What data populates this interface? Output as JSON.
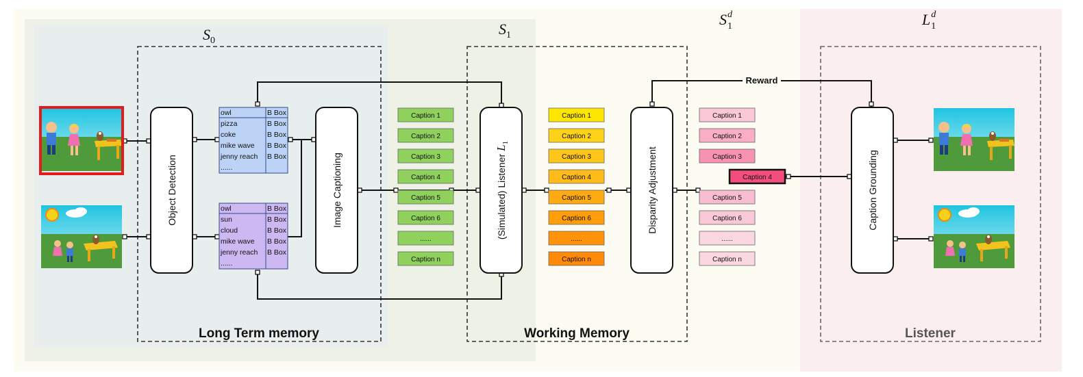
{
  "regions": {
    "long_term_label": "Long Term memory",
    "working_label": "Working Memory",
    "listener_label": "Listener"
  },
  "math_labels": {
    "s0": {
      "base": "S",
      "sub": "0"
    },
    "s1": {
      "base": "S",
      "sub": "1"
    },
    "s1d": {
      "base": "S",
      "sub": "1",
      "sup": "d"
    },
    "l1d": {
      "base": "L",
      "sub": "1",
      "sup": "d"
    }
  },
  "modules": {
    "object_detection": "Object Detection",
    "image_captioning": "Image Captioning",
    "simulated_listener": "(Simulated) Listener",
    "simulated_listener_math": {
      "base": "L",
      "sub": "1"
    },
    "disparity_adjustment": "Disparity Adjustment",
    "caption_grounding": "Caption Grounding"
  },
  "reward_label": "Reward",
  "object_tables": [
    {
      "rows": [
        {
          "name": "owl",
          "bbox": "B Box"
        },
        {
          "name": "pizza",
          "bbox": "B Box"
        },
        {
          "name": "coke",
          "bbox": "B Box"
        },
        {
          "name": "mike wave",
          "bbox": "B Box"
        },
        {
          "name": "jenny reach",
          "bbox": "B Box"
        },
        {
          "name": "......",
          "bbox": ""
        }
      ]
    },
    {
      "rows": [
        {
          "name": "owl",
          "bbox": "B Box"
        },
        {
          "name": "sun",
          "bbox": "B Box"
        },
        {
          "name": "cloud",
          "bbox": "B Box"
        },
        {
          "name": "mike wave",
          "bbox": "B Box"
        },
        {
          "name": "jenny reach",
          "bbox": "B Box"
        },
        {
          "name": "......",
          "bbox": ""
        }
      ]
    }
  ],
  "caption_columns": [
    {
      "captions": [
        "Caption 1",
        "Caption 2",
        "Caption 3",
        "Caption 4",
        "Caption 5",
        "Caption 6",
        "......",
        "Caption n"
      ]
    },
    {
      "captions": [
        "Caption 1",
        "Caption 2",
        "Caption 3",
        "Caption 4",
        "Caption 5",
        "Caption 6",
        "......",
        "Caption n"
      ]
    },
    {
      "captions": [
        "Caption 1",
        "Caption 2",
        "Caption 3",
        "",
        "Caption 5",
        "Caption 6",
        "......",
        "Caption n"
      ]
    }
  ],
  "selected_caption": "Caption 4",
  "colors": {
    "region_long_term": "#eaf0ee",
    "region_working": "#fdf9ec",
    "region_listener": "#fbeeee",
    "table_top": "#bcd3f5",
    "table_bottom": "#cdb8f2",
    "caption_green": "#8fd15c",
    "caption_yellows": [
      "#ffe600",
      "#ffd21a",
      "#ffc61a",
      "#ffbb1a",
      "#ffaa10",
      "#ff9e0a",
      "#ff930a",
      "#ff8a0a"
    ],
    "caption_pinks": [
      "#fac8d6",
      "#f9aec3",
      "#f793b0",
      "#f24d7c",
      "#f8bdd0",
      "#f9c9d7",
      "#fbd7e1",
      "#fbd7e1"
    ],
    "target_border": "#e31b1b"
  }
}
